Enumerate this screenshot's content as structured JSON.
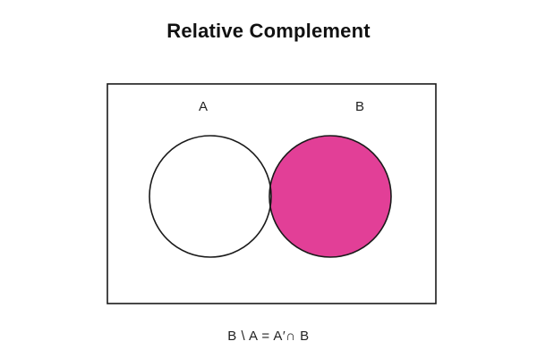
{
  "title": "Relative Complement",
  "sets": {
    "a_label": "A",
    "b_label": "B"
  },
  "formula": "B \\ A = A′∩ B",
  "colors": {
    "highlight": "#e23f97",
    "outline": "#1a1a1a",
    "background": "#ffffff"
  }
}
